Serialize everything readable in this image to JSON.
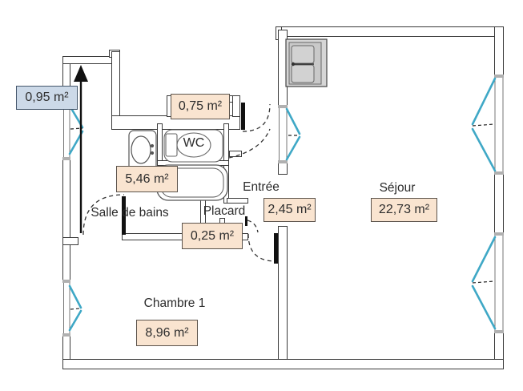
{
  "floorplan": {
    "rooms": {
      "corridor": {
        "area": "0,95 m²"
      },
      "upper_closet": {
        "area": "0,75 m²"
      },
      "wc": {
        "name": "WC"
      },
      "bathroom": {
        "name": "Salle de bains",
        "area": "5,46 m²"
      },
      "entry": {
        "name": "Entrée",
        "area": "2,45 m²"
      },
      "closet": {
        "name": "Placard",
        "area": "0,25 m²"
      },
      "living": {
        "name": "Séjour",
        "area": "22,73 m²"
      },
      "bedroom": {
        "name": "Chambre 1",
        "area": "8,96 m²"
      }
    },
    "colors": {
      "wall_line": "#3a3a3a",
      "window_accent": "#3fa8c6",
      "area_label_bg": "#f9e4d0",
      "area_label_border": "#5c544c",
      "highlight_label_bg": "#ccd9e8",
      "highlight_label_border": "#44566b",
      "text": "#2b2b2b"
    }
  }
}
